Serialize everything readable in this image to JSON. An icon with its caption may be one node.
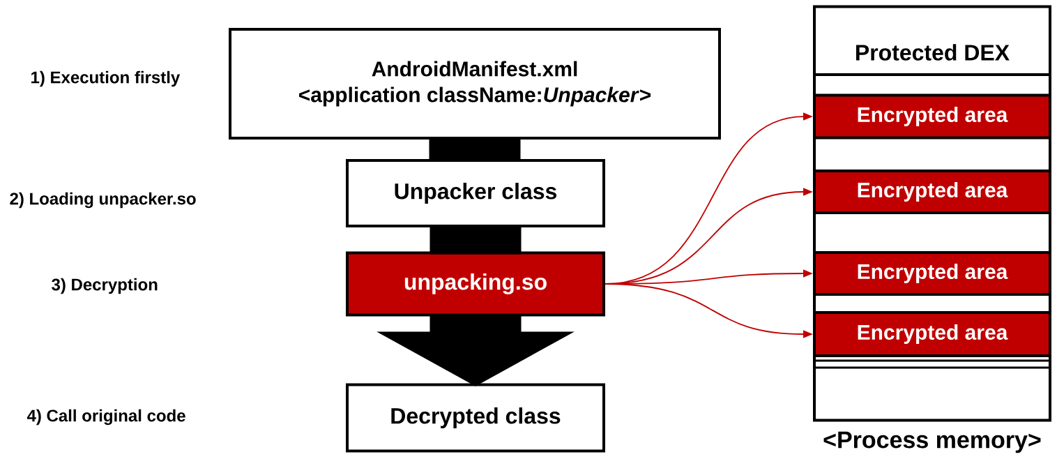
{
  "diagram": {
    "nodes": [
      {
        "text": [
          "AndroidManifest.xml",
          "<application className:*Unpacker*>"
        ]
      },
      {
        "text": [
          "Unpacker class"
        ]
      },
      {
        "text": [
          "unpacking.so"
        ]
      },
      {
        "text": [
          "Decrypted class"
        ]
      },
      {
        "text": [
          "Protected DEX"
        ],
        "beside": [
          "<Process memory>"
        ]
      },
      {
        "text": [
          "Encrypted area"
        ],
        "in": 4
      },
      {
        "text": [
          "Encrypted area"
        ],
        "in": 4
      },
      {
        "text": [
          "Encrypted area"
        ],
        "in": 4
      },
      {
        "text": [
          "Encrypted area"
        ],
        "in": 4
      }
    ],
    "edges": [
      {
        "from": 0,
        "to": 1,
        "arrow": "none",
        "style": "thick"
      },
      {
        "from": 1,
        "to": 2,
        "arrow": "none",
        "style": "thick"
      },
      {
        "from": 2,
        "to": 3,
        "arrow": "to",
        "style": "thick"
      },
      {
        "from": 2,
        "to": 5,
        "arrow": "to",
        "color": "#c00000"
      },
      {
        "from": 2,
        "to": 6,
        "arrow": "to",
        "color": "#c00000"
      },
      {
        "from": 2,
        "to": 7,
        "arrow": "to",
        "color": "#c00000"
      },
      {
        "from": 2,
        "to": 8,
        "arrow": "to",
        "color": "#c00000"
      }
    ],
    "labels": [
      "1) Execution firstly",
      "2) Loading unpacker.so",
      "3) Decryption",
      "4) Call original code"
    ]
  }
}
